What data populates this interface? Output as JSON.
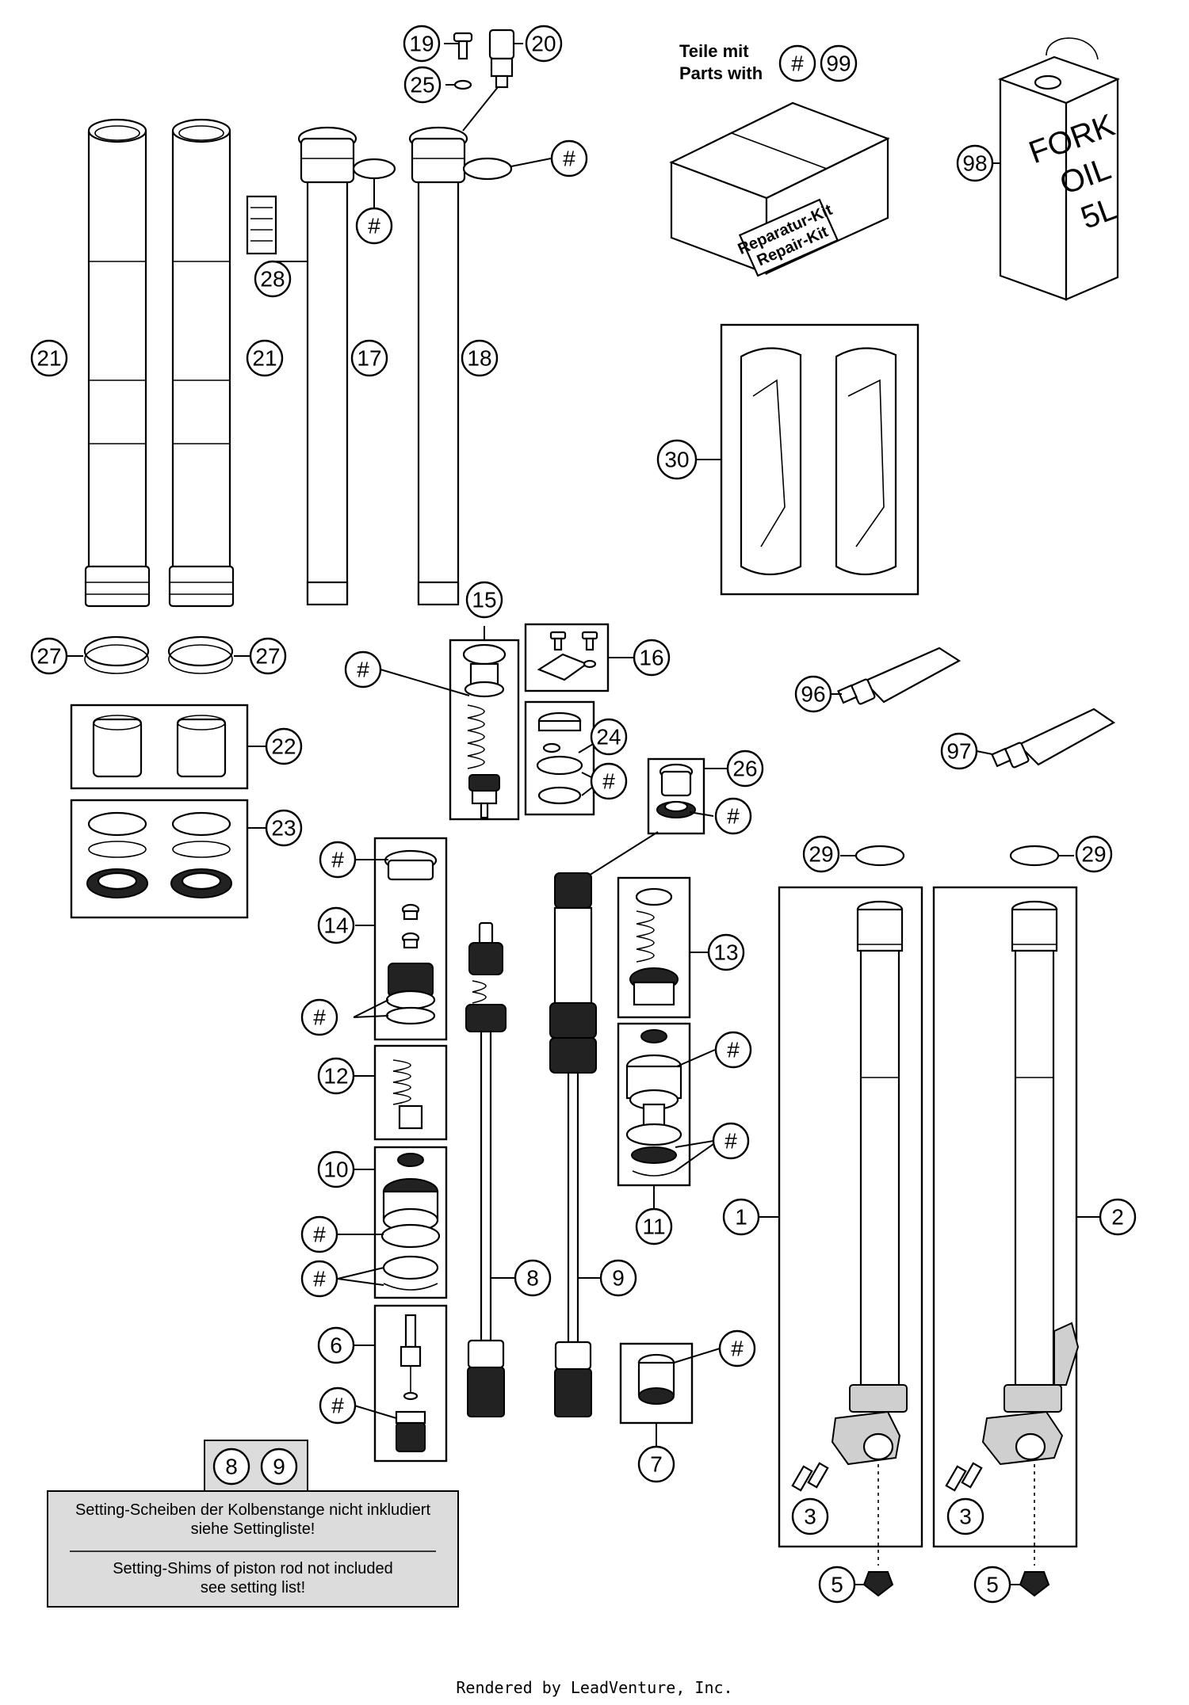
{
  "callouts": {
    "c19": "19",
    "c20": "20",
    "c25": "25",
    "c21a": "21",
    "c21b": "21",
    "c28": "28",
    "c17": "17",
    "c18": "18",
    "c_hash_17": "#",
    "c_hash_18": "#",
    "c98": "98",
    "c_hash_99": "#",
    "c99": "99",
    "c30": "30",
    "c27a": "27",
    "c27b": "27",
    "c22": "22",
    "c23": "23",
    "c15": "15",
    "c_hash_15": "#",
    "c16": "16",
    "c24": "24",
    "c_hash_24": "#",
    "c26": "26",
    "c_hash_26": "#",
    "c96": "96",
    "c97": "97",
    "c29a": "29",
    "c29b": "29",
    "c_hash_14a": "#",
    "c14": "14",
    "c_hash_14b": "#",
    "c13": "13",
    "c12": "12",
    "c_hash_11a": "#",
    "c_hash_11b": "#",
    "c11": "11",
    "c10": "10",
    "c_hash_10a": "#",
    "c_hash_10b": "#",
    "c8": "8",
    "c9": "9",
    "c1": "1",
    "c2": "2",
    "c6": "6",
    "c_hash_6": "#",
    "c_hash_7": "#",
    "c7": "7",
    "c3a": "3",
    "c3b": "3",
    "c5a": "5",
    "c5b": "5",
    "note_8": "8",
    "note_9": "9"
  },
  "parts_with": {
    "line1": "Teile mit",
    "line2": "Parts with"
  },
  "repair_kit": {
    "line1": "Reparatur-Kit",
    "line2": "Repair-Kit"
  },
  "fork_oil": {
    "line1": "FORK",
    "line2": "OIL",
    "line3": "5L"
  },
  "note": {
    "de_line1": "Setting-Scheiben der Kolbenstange nicht inkludiert",
    "de_line2": "siehe Settingliste!",
    "en_line1": "Setting-Shims of piston rod not included",
    "en_line2": "see setting list!"
  },
  "footer": "Rendered by LeadVenture, Inc."
}
